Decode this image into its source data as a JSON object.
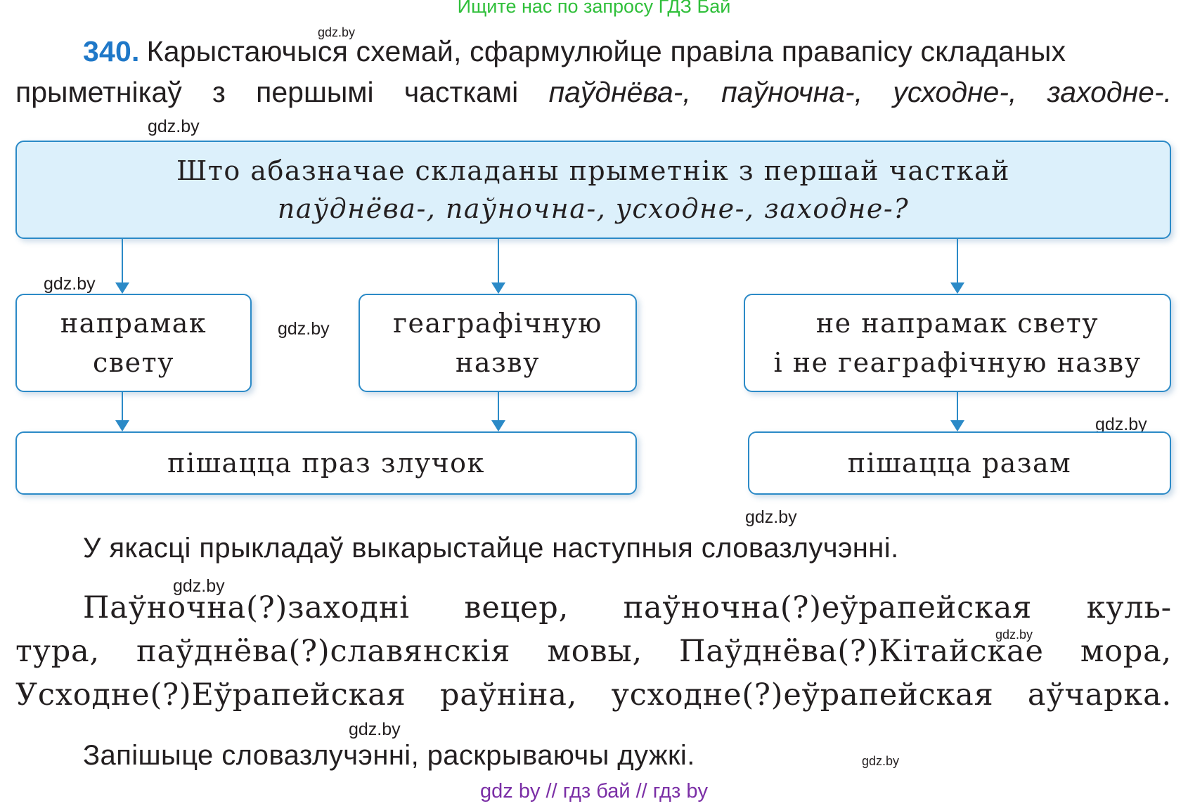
{
  "banner": "Ищите нас по запросу ГДЗ Бай",
  "watermark": "gdz.by",
  "task": {
    "number": "340.",
    "line1_text": "Карыстаючыся схемай, сфармулюйце правіла правапісу складаных",
    "line2_prefix": "прыметнікаў з першымі часткамі ",
    "line2_italic": "паўднёва-, паўночна-, усходне-, заходне-."
  },
  "scheme": {
    "question_line1": "Што абазначае складаны прыметнік з першай часткай",
    "question_line2": "паўднёва-, паўночна-, усходне-, заходне-?",
    "box_a_line1": "напрамак",
    "box_a_line2": "свету",
    "box_b_line1": "геаграфічную",
    "box_b_line2": "назву",
    "box_c_line1": "не напрамак свету",
    "box_c_line2": "і не геаграфічную назву",
    "box_d": "пішацца праз злучок",
    "box_e": "пішацца разам"
  },
  "instruction": "У якасці прыкладаў выкарыстайце наступныя словазлучэнні.",
  "examples": {
    "line1": "Паўночна(?)заходні вецер, паўночна(?)еўрапейская куль-",
    "line2": "тура, паўднёва(?)славянскія мовы, Паўднёва(?)Кітайскае мора,",
    "line3": "Усходне(?)Еўрапейская раўніна, усходне(?)еўрапейская аўчарка."
  },
  "final": "Запішыце словазлучэнні, раскрываючы дужкі.",
  "footer": "gdz by  //  гдз бай  //  гдз by"
}
